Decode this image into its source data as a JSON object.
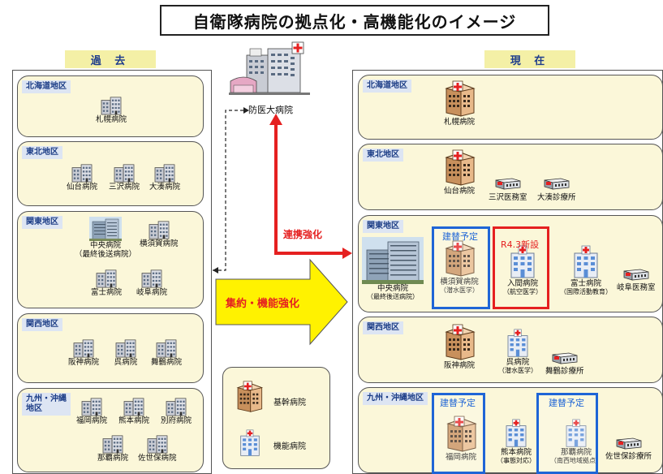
{
  "title": "自衛隊病院の拠点化・高機能化のイメージ",
  "past": {
    "header": "過 去",
    "regions": [
      {
        "name": "北海道地区",
        "hospitals": [
          {
            "label": "札幌病院"
          }
        ]
      },
      {
        "name": "東北地区",
        "hospitals": [
          {
            "label": "仙台病院"
          },
          {
            "label": "三沢病院"
          },
          {
            "label": "大湊病院"
          }
        ]
      },
      {
        "name": "関東地区",
        "hospitals": [
          {
            "label": "中央病院",
            "sub": "（最終後送病院）"
          },
          {
            "label": "横須賀病院"
          },
          {
            "label": "富士病院"
          },
          {
            "label": "岐阜病院"
          }
        ]
      },
      {
        "name": "関西地区",
        "hospitals": [
          {
            "label": "阪神病院"
          },
          {
            "label": "呉病院"
          },
          {
            "label": "舞鶴病院"
          }
        ]
      },
      {
        "name": "九州・沖縄地区",
        "name_line1": "九州・沖縄",
        "name_line2": "地区",
        "hospitals": [
          {
            "label": "福岡病院"
          },
          {
            "label": "熊本病院"
          },
          {
            "label": "別府病院"
          },
          {
            "label": "那覇病院"
          },
          {
            "label": "佐世保病院"
          }
        ]
      }
    ]
  },
  "present": {
    "header": "現 在",
    "regions": [
      {
        "name": "北海道地区",
        "hospitals": [
          {
            "label": "札幌病院",
            "type": "core"
          }
        ]
      },
      {
        "name": "東北地区",
        "hospitals": [
          {
            "label": "仙台病院",
            "type": "core"
          },
          {
            "label": "三沢医務室",
            "type": "clinic"
          },
          {
            "label": "大湊診療所",
            "type": "clinic"
          }
        ]
      },
      {
        "name": "関東地区",
        "hospitals": [
          {
            "label": "中央病院",
            "sub": "（最終後送病院）",
            "type": "photo"
          },
          {
            "label": "横須賀病院",
            "sub": "（潜水医学）",
            "type": "core"
          },
          {
            "label": "入間病院",
            "sub": "（航空医学）",
            "type": "function"
          },
          {
            "label": "富士病院",
            "sub": "（国際活動教育）",
            "type": "function"
          },
          {
            "label": "岐阜医務室",
            "type": "clinic"
          }
        ]
      },
      {
        "name": "関西地区",
        "hospitals": [
          {
            "label": "阪神病院",
            "type": "core"
          },
          {
            "label": "呉病院",
            "sub": "（潜水医学）",
            "type": "function"
          },
          {
            "label": "舞鶴診療所",
            "type": "clinic"
          }
        ]
      },
      {
        "name": "九州・沖縄地区",
        "hospitals": [
          {
            "label": "福岡病院",
            "type": "core"
          },
          {
            "label": "熊本病院",
            "sub": "（事態対応）",
            "type": "function"
          },
          {
            "label": "那覇病院",
            "sub": "（南西地域拠点）",
            "type": "function"
          },
          {
            "label": "佐世保診療所",
            "type": "clinic"
          }
        ]
      }
    ],
    "frames": {
      "rebuild1": "建替予定",
      "new_r43": "R4.3新設",
      "rebuild2": "建替予定",
      "rebuild3": "建替予定"
    }
  },
  "center": {
    "bodai_label": "防医大病院",
    "renkei_label": "連携強化",
    "shuyaku_label": "集約・機能強化"
  },
  "legend": {
    "core": "基幹病院",
    "function": "機能病院"
  },
  "colors": {
    "region_fill": "#fbf7d9",
    "tag_fill": "#dde5f3",
    "blue_frame": "#1f65d6",
    "red": "#e52020",
    "yellow_arrow": "#fff200"
  }
}
